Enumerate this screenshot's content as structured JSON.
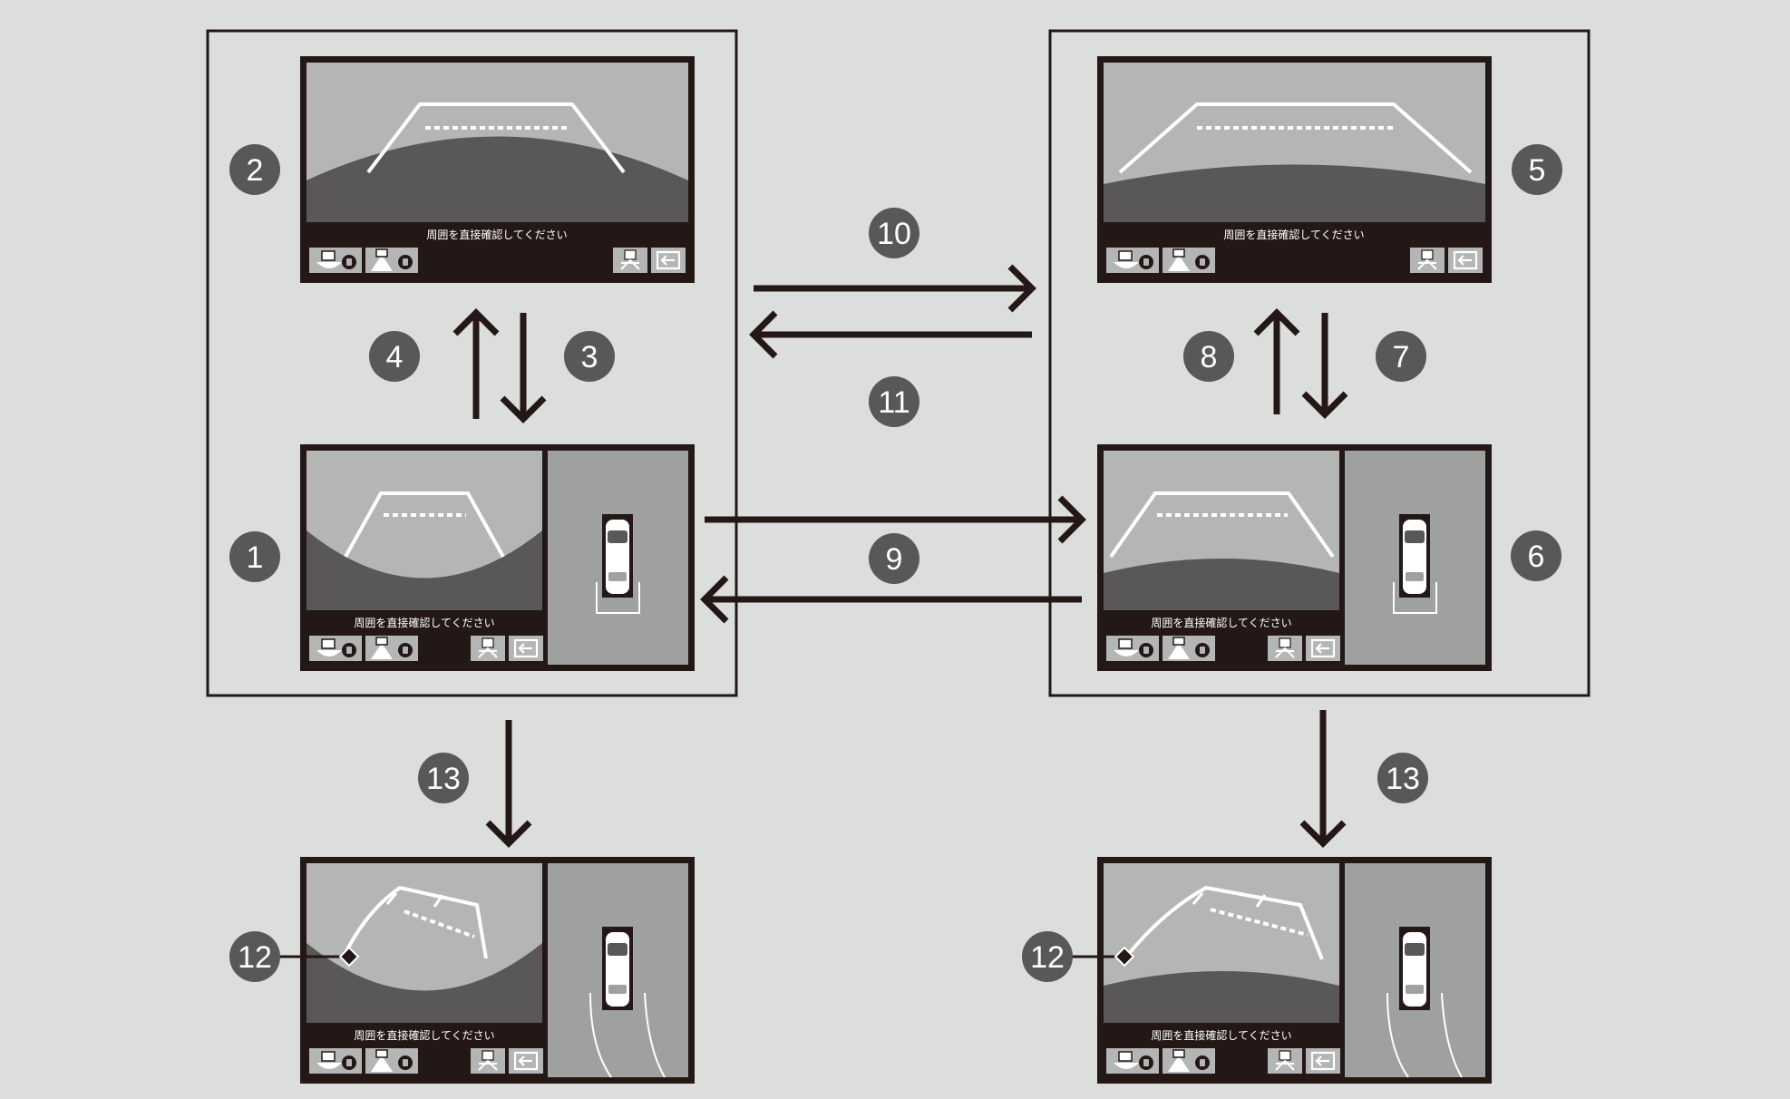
{
  "hint_text": "周囲を直接確認してください",
  "callouts": {
    "c1": "1",
    "c2": "2",
    "c3": "3",
    "c4": "4",
    "c5": "5",
    "c6": "6",
    "c7": "7",
    "c8": "8",
    "c9": "9",
    "c10": "10",
    "c11": "11",
    "c12a": "12",
    "c12b": "12",
    "c13a": "13",
    "c13b": "13"
  },
  "colors": {
    "background": "#dcdddd",
    "frame_border": "#231815",
    "screen_bezel": "#231815",
    "camera_sky": "#b4b5b5",
    "camera_ground": "#595757",
    "guide_line": "#ffffff",
    "callout_fill": "#595757",
    "callout_text": "#ffffff",
    "arrow": "#231815"
  },
  "icons": [
    "sonar-front-icon",
    "sonar-rear-icon",
    "view-switch-icon",
    "exit-icon",
    "car-top-view-icon"
  ]
}
